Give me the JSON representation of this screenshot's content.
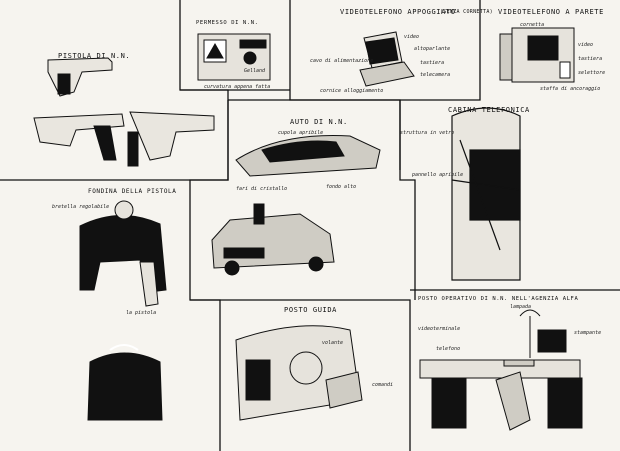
{
  "sheet": {
    "background": "#f6f4ef",
    "ink": "#111111"
  },
  "panels": {
    "pistola": {
      "title": "PISTOLA DI N.N."
    },
    "permesso": {
      "title": "PERMESSO DI N.N.",
      "note": "curvatura appena fatta",
      "signature": "Gelland"
    },
    "videotelefono_appoggiato": {
      "title": "VIDEOTELEFONO APPOGGIATO",
      "subtitle": "(SENZA CORNETTA)",
      "notes": {
        "schermo": "video",
        "microfono": "altoparlante",
        "tastiera": "tastiera",
        "telecamera": "telecamera",
        "cavo": "cavo di alimentazione",
        "cornice": "cornice alloggiamento"
      }
    },
    "videotelefono_parete": {
      "title": "VIDEOTELEFONO A PARETE",
      "notes": {
        "cornetta": "cornetta",
        "video": "video",
        "tastiera": "tastiera",
        "selettore": "selettore",
        "staffa": "staffa di ancoraggio"
      }
    },
    "auto": {
      "title": "AUTO DI N.N.",
      "notes": {
        "cupola": "cupola apribile",
        "fari": "fari di cristallo",
        "fondo": "fondo alto"
      }
    },
    "fondina": {
      "title": "FONDINA DELLA PISTOLA",
      "notes": {
        "bretella": "bretella regolabile",
        "pistola": "la pistola"
      }
    },
    "cabina": {
      "title": "CABINA TELEFONICA",
      "notes": {
        "struttura": "struttura in vetro",
        "pannello": "pannello apribile"
      }
    },
    "posto_guida": {
      "title": "POSTO GUIDA",
      "notes": {
        "volante": "volante",
        "comandi": "comandi"
      }
    },
    "posto_operativo": {
      "title": "POSTO OPERATIVO DI N.N. NELL'AGENZIA ALFA",
      "notes": {
        "video": "videoterminale",
        "lampada": "lampada",
        "stampante": "stampante",
        "telefono": "telefono"
      }
    }
  }
}
